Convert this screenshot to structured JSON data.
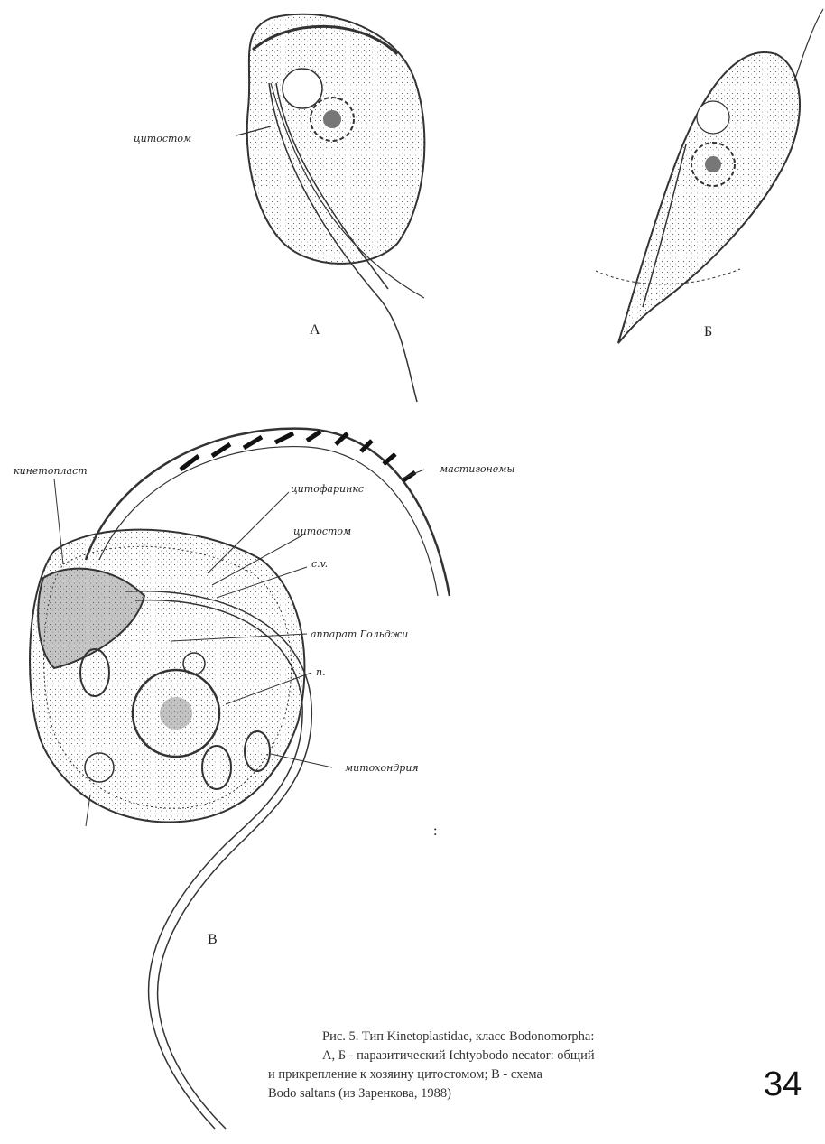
{
  "labels": {
    "a_cytostome": "цитостом",
    "kinetoplast": "кинетопласт",
    "mastigonemes": "мастигонемы",
    "cytopharynx": "цитофаринкс",
    "cytostome": "цитостом",
    "cv": "с.v.",
    "golgi": "аппарат Гольджи",
    "nucleus": "n.",
    "mitochondria": "митохондрия"
  },
  "panels": {
    "a": "А",
    "b": "Б",
    "c": "В"
  },
  "stray_mark": ":",
  "caption": {
    "line1": "Рис. 5. Тип Kinetoplastidae, класс Bodonomorpha:",
    "line2": "А, Б - паразитический Ichtyobodo necator: общий",
    "line3": "и прикрепление к хозяину цитостомом; В - схема",
    "line4": "Bodo saltans (из Заренкова, 1988)"
  },
  "page_number": "34"
}
